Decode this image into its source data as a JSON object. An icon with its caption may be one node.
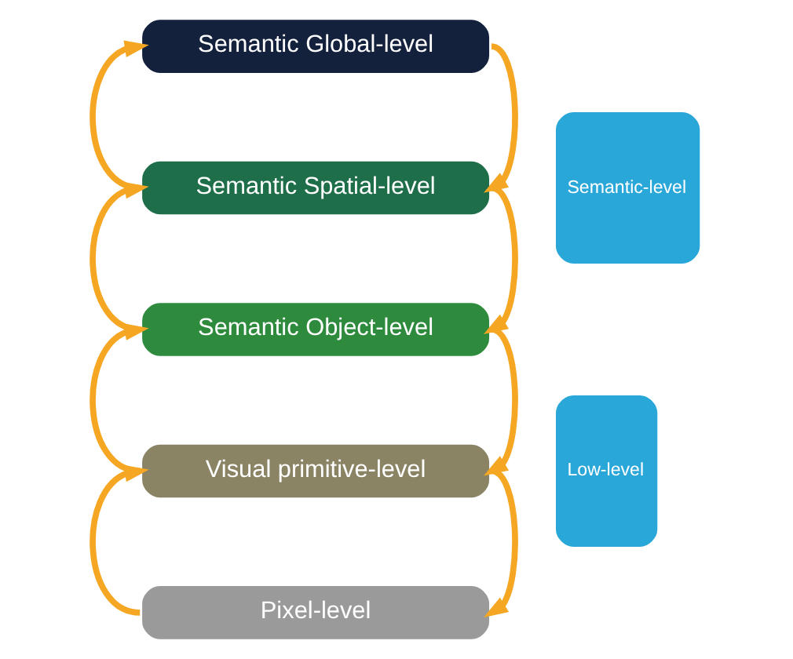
{
  "diagram": {
    "nodes": [
      {
        "text": [
          "Semantic Global-level"
        ]
      },
      {
        "text": [
          "Semantic Spatial-level"
        ]
      },
      {
        "text": [
          "Semantic Object-level"
        ]
      },
      {
        "text": [
          "Visual primitive-level"
        ]
      },
      {
        "text": [
          "Pixel-level"
        ]
      },
      {
        "text": [
          "Semantic-level"
        ]
      },
      {
        "text": [
          "Low-level"
        ]
      }
    ],
    "edges": [
      {
        "from": 0,
        "to": 1,
        "arrow": "to"
      },
      {
        "from": 1,
        "to": 0,
        "arrow": "to"
      },
      {
        "from": 1,
        "to": 2,
        "arrow": "to"
      },
      {
        "from": 2,
        "to": 1,
        "arrow": "to"
      },
      {
        "from": 2,
        "to": 3,
        "arrow": "to"
      },
      {
        "from": 3,
        "to": 2,
        "arrow": "to"
      },
      {
        "from": 3,
        "to": 4,
        "arrow": "to"
      },
      {
        "from": 4,
        "to": 3,
        "arrow": "to"
      }
    ]
  }
}
